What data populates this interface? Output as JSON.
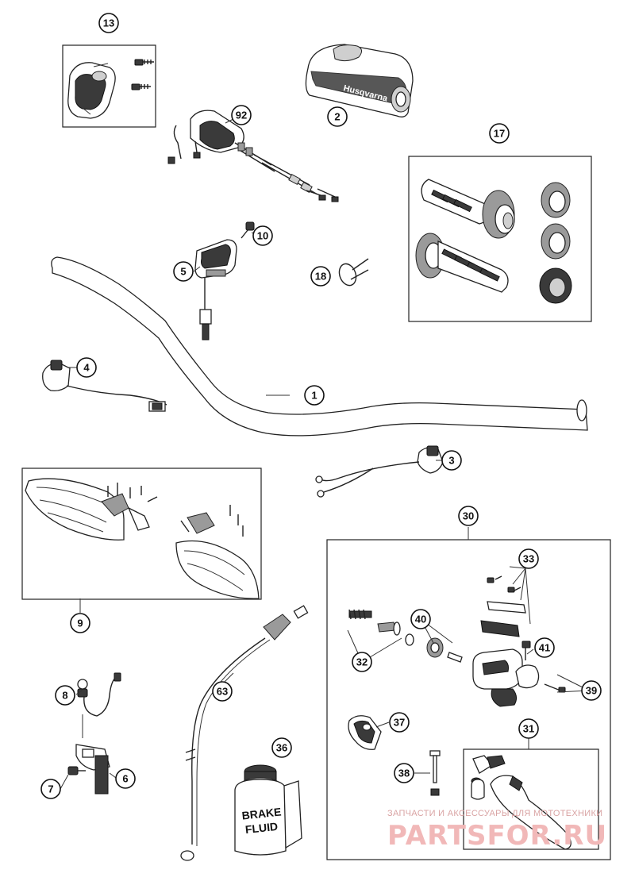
{
  "callouts": {
    "c13": "13",
    "c2": "2",
    "c92": "92",
    "c17": "17",
    "c10": "10",
    "c5": "5",
    "c18": "18",
    "c4": "4",
    "c1": "1",
    "c3": "3",
    "c9": "9",
    "c30": "30",
    "c33": "33",
    "c40": "40",
    "c32": "32",
    "c41": "41",
    "c39": "39",
    "c63": "63",
    "c8": "8",
    "c37": "37",
    "c31": "31",
    "c36": "36",
    "c38": "38",
    "c7": "7",
    "c6": "6"
  },
  "labels": {
    "pad_brand": "Husqvarna",
    "fluid_line1": "BRAKE",
    "fluid_line2": "FLUID"
  },
  "watermark": {
    "tagline": "ЗАПЧАСТИ И АКСЕССУАРЫ ДЛЯ МОТОТЕХНИКИ",
    "logo": "PARTSFOR.RU"
  }
}
